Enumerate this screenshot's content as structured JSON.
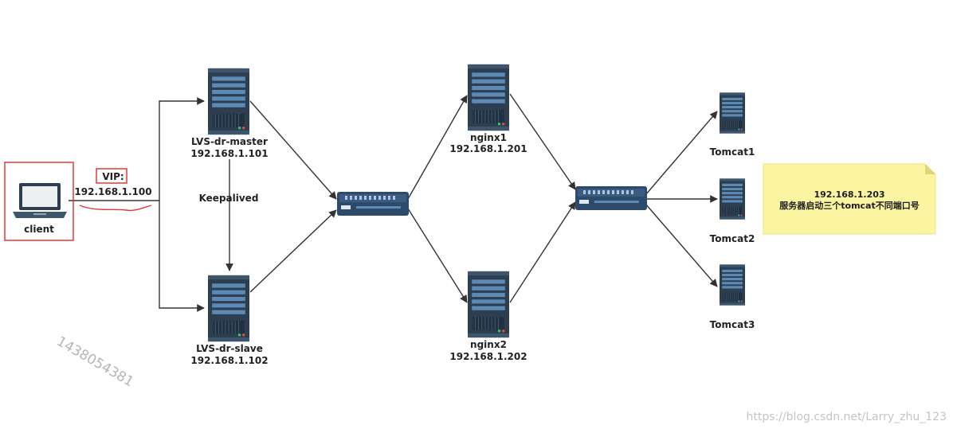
{
  "nodes": {
    "client": {
      "label": "client"
    },
    "vip": {
      "tag": "VIP:",
      "ip": "192.168.1.100"
    },
    "lvs_master": {
      "name": "LVS-dr-master",
      "ip": "192.168.1.101"
    },
    "lvs_slave": {
      "name": "LVS-dr-slave",
      "ip": "192.168.1.102"
    },
    "keepalived": {
      "label": "Keepalived"
    },
    "nginx1": {
      "name": "nginx1",
      "ip": "192.168.1.201"
    },
    "nginx2": {
      "name": "nginx2",
      "ip": "192.168.1.202"
    },
    "tomcat1": {
      "name": "Tomcat1"
    },
    "tomcat2": {
      "name": "Tomcat2"
    },
    "tomcat3": {
      "name": "Tomcat3"
    }
  },
  "note": {
    "ip": "192.168.1.203",
    "text": "服务器启动三个tomcat不同端口号"
  },
  "watermarks": {
    "number": "1438054381",
    "url": "https://blog.csdn.net/Larry_zhu_123"
  },
  "colors": {
    "line": "#333333",
    "server_body": "#2c3e50",
    "server_panel": "#5d8ab4",
    "switch_body": "#2e4a6b",
    "note_fill": "#fbf4a1",
    "highlight": "#e53935"
  }
}
